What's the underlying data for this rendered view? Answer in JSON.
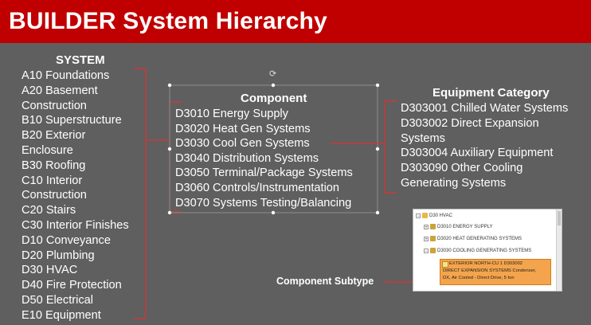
{
  "title": "BUILDER System Hierarchy",
  "system": {
    "heading": "SYSTEM",
    "lines": [
      "A10 Foundations",
      "A20 Basement",
      "Construction",
      "B10 Superstructure",
      "B20 Exterior",
      "Enclosure",
      "B30 Roofing",
      "C10 Interior",
      "Construction",
      "C20 Stairs",
      "C30 Interior Finishes",
      "D10 Conveyance",
      "D20 Plumbing",
      "D30 HVAC",
      "D40 Fire Protection",
      "D50 Electrical",
      "E10 Equipment"
    ]
  },
  "component": {
    "heading": "Component",
    "items": [
      "D3010 Energy Supply",
      "D3020 Heat Gen Systems",
      "D3030 Cool Gen Systems",
      "D3040 Distribution Systems",
      "D3050 Terminal/Package Systems",
      "D3060 Controls/Instrumentation",
      "D3070 Systems Testing/Balancing"
    ]
  },
  "equipment": {
    "heading": "Equipment Category",
    "lines": [
      "D303001 Chilled Water Systems",
      "D303002 Direct Expansion",
      "Systems",
      "D303004 Auxiliary Equipment",
      "D303090 Other Cooling",
      "Generating Systems"
    ]
  },
  "subtype_label": "Component Subtype",
  "tree": {
    "root": "D30 HVAC",
    "rows": [
      "D3010 ENERGY SUPPLY",
      "D3020 HEAT GENERATING SYSTEMS",
      "D3030 COOLING GENERATING SYSTEMS"
    ],
    "selected": [
      "EXTERIOR NORTH-CU 1 D303002",
      "DIRECT EXPANSION SYSTEMS Condenser,",
      "DX, Air Cooled - Direct Drive, 5 ton"
    ]
  },
  "colors": {
    "banner": "#c00000",
    "background": "#5f5f5f",
    "connector": "#e03030",
    "selection": "#f4a44c"
  }
}
